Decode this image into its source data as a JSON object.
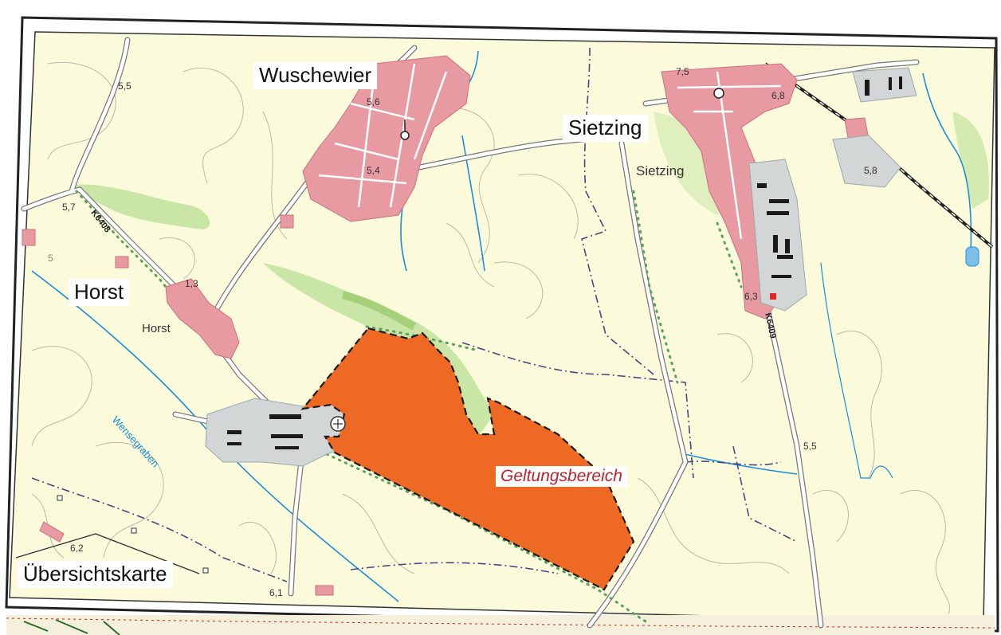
{
  "map": {
    "colors": {
      "paper": "#fbfbdc",
      "settlement": "#e79aa2",
      "settlement_dark": "#cf6f7c",
      "industrial": "#d3d6d6",
      "scope_area": "#ee6a24",
      "green_strip": "#c9e6a6",
      "water": "#1a8fd6",
      "contour": "#bcb8a6"
    },
    "labels": {
      "wuschewier": "Wuschewier",
      "sietzing_large": "Sietzing",
      "sietzing_small": "Sietzing",
      "horst_large": "Horst",
      "horst_small": "Horst",
      "geltungsbereich": "Geltungsbereich",
      "uebersichtskarte": "Übersichtskarte",
      "wensegraben": "Wensegraben"
    },
    "road_numbers": {
      "k6408": "K6408",
      "k6409": "K6409"
    },
    "spot_heights": {
      "h1": "5,5",
      "h2": "5,6",
      "h3": "5,4",
      "h4": "5,7",
      "h5": "1,3",
      "h6": "7,5",
      "h7": "6,8",
      "h8": "5,8",
      "h9": "6,3",
      "h10": "5,5",
      "h11": "6,2",
      "h12": "6,1",
      "h13": "5"
    }
  }
}
